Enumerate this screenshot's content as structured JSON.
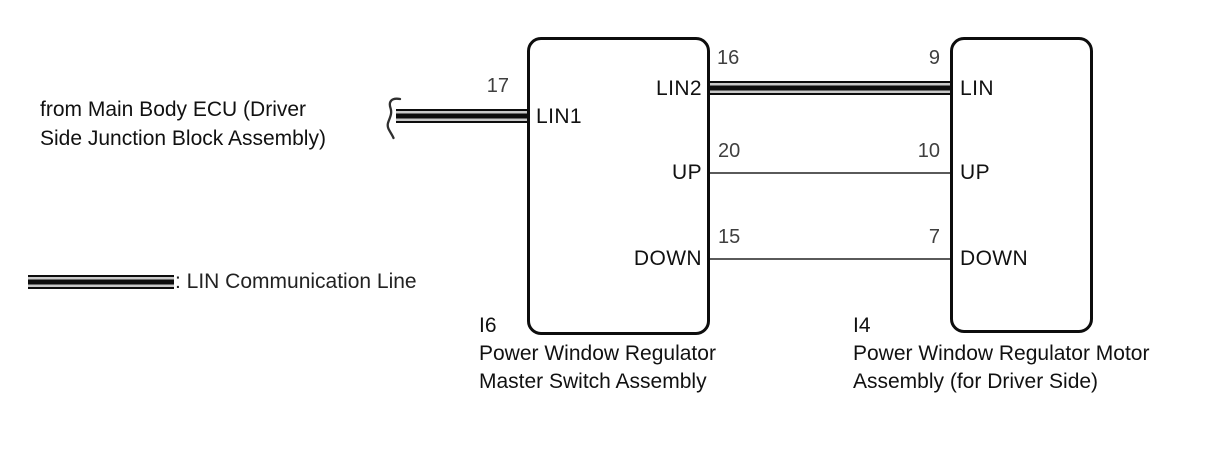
{
  "diagram": {
    "source_note_line1": "from Main Body ECU (Driver",
    "source_note_line2": "Side Junction Block Assembly)",
    "legend_label": ": LIN Communication Line",
    "master_switch": {
      "id": "I6",
      "name_line1": "Power Window Regulator",
      "name_line2": "Master Switch Assembly",
      "pin_lin1": "LIN1",
      "pin_lin2": "LIN2",
      "pin_up": "UP",
      "pin_down": "DOWN"
    },
    "motor": {
      "id": "I4",
      "name_line1": "Power Window Regulator Motor",
      "name_line2": "Assembly (for Driver Side)",
      "pin_lin": "LIN",
      "pin_up": "UP",
      "pin_down": "DOWN"
    },
    "pin_numbers": {
      "ecu_lin1": "17",
      "switch_lin2": "16",
      "motor_lin": "9",
      "switch_up": "20",
      "motor_up": "10",
      "switch_down": "15",
      "motor_down": "7"
    },
    "colors": {
      "line_black": "#0d0d0d",
      "stripe_gray": "#c9c9c9",
      "plain_wire_gray": "#5a5a5a"
    }
  }
}
